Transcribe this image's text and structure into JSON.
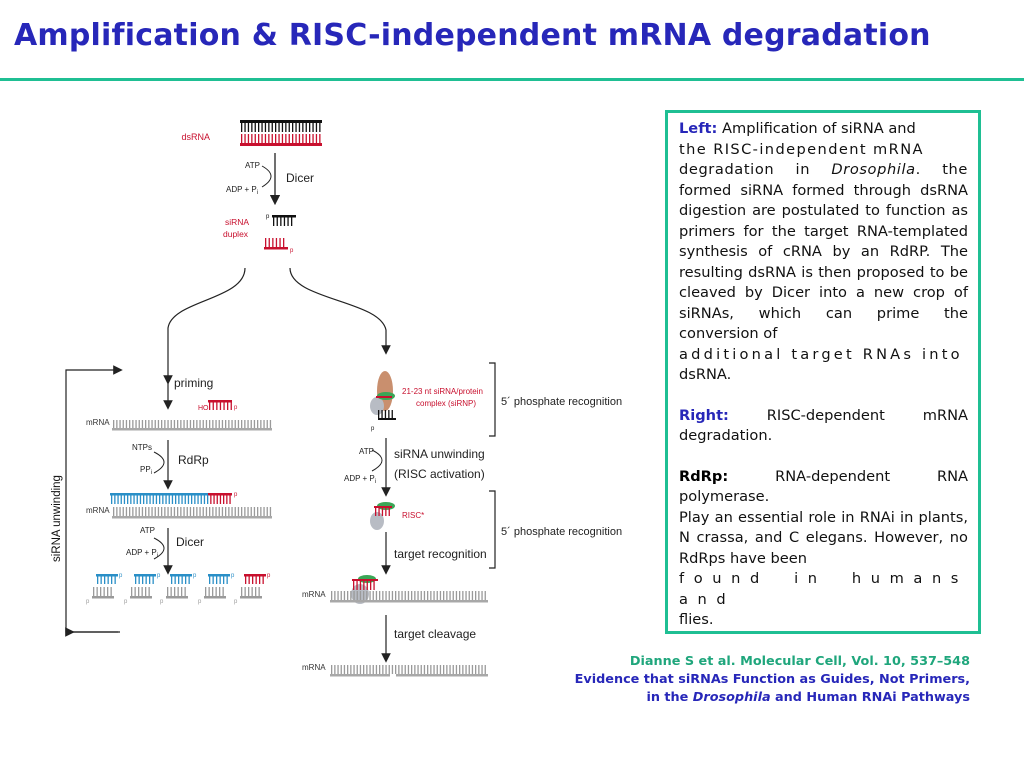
{
  "slide": {
    "title": "Amplification & RISC-independent mRNA degradation"
  },
  "diagram": {
    "left": {
      "dsrna_label": "dsRNA",
      "atp_1": "ATP",
      "adp_1": "ADP + P",
      "adp_1_sub": "i",
      "dicer_1": "Dicer",
      "sirna_label": "siRNA",
      "duplex_label": "duplex",
      "p_top": "p",
      "p_bottom": "p",
      "priming": "priming",
      "ho_label": "HO",
      "p_primer": "p",
      "mrna_1": "mRNA",
      "ntps": "NTPs",
      "ppi": "PP",
      "ppi_sub": "i",
      "rdrp": "RdRp",
      "mrna_2": "mRNA",
      "p_long": "p",
      "atp_2": "ATP",
      "adp_2": "ADP + P",
      "adp_2_sub": "i",
      "dicer_2": "Dicer",
      "p_small": "p",
      "unwinding_label": "siRNA unwinding"
    },
    "right": {
      "complex_label_1": "21-23 nt siRNA/protein",
      "complex_label_2": "complex (siRNP)",
      "recog_1": "5´ phosphate recognition",
      "p_complex": "p",
      "atp": "ATP",
      "adp": "ADP + P",
      "adp_sub": "i",
      "unwinding_1": "siRNA unwinding",
      "unwinding_2": "(RISC activation)",
      "risc_label": "RISC*",
      "recog_2": "5´ phosphate recognition",
      "target_recognition": "target recognition",
      "mrna_a": "mRNA",
      "target_cleavage": "target cleavage",
      "mrna_b": "mRNA"
    }
  },
  "textbox": {
    "left_label": "Left:",
    "left_line1": " Amplification of siRNA and",
    "left_line2": "the RISC-independent mRNA",
    "left_line3_a": "degradation in ",
    "left_line3_em": "Drosophila",
    "left_line3_b": ". the",
    "left_rest": "formed siRNA formed through dsRNA digestion are postulated to function as primers for the target RNA-templated synthesis of cRNA by an RdRP. The resulting dsRNA is then proposed to be cleaved by Dicer into a new crop of siRNAs, which can prime the conversion of",
    "left_last_1": "additional target RNAs into",
    "left_last_2": "dsRNA.",
    "right_label": "Right:",
    "right_text": " RISC-dependent mRNA degradation.",
    "rdrp_label": "RdRp:",
    "rdrp_text": " RNA-dependent RNA polymerase.",
    "role_text": "Play an essential role in RNAi in plants, N crassa, and C elegans. However, no RdRps have been",
    "role_last_1": "found in humans and",
    "role_last_2": "flies."
  },
  "citation": {
    "line1": "Dianne S et al.  Molecular Cell, Vol. 10, 537–548",
    "line2": "Evidence that siRNAs Function as Guides, Not Primers,",
    "line3_a": "in the ",
    "line3_em": "Drosophila",
    "line3_b": " and Human RNAi Pathways"
  },
  "colors": {
    "title": "#2727b9",
    "accent": "#1fbf93",
    "citation_green": "#1fa67c",
    "rna_red": "#c8102e",
    "rna_blue": "#2a8fc7",
    "rna_gray": "#9a9a9a"
  }
}
